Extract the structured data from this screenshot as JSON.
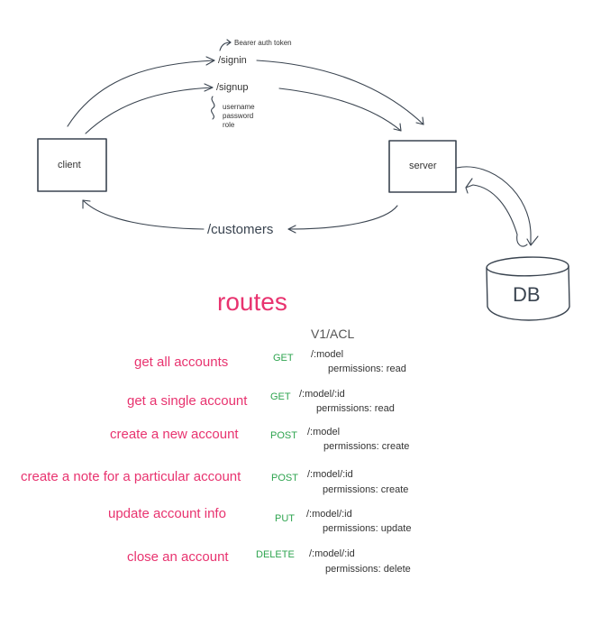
{
  "diagram": {
    "client_label": "client",
    "server_label": "server",
    "db_label": "DB",
    "signin_path": "/signin",
    "signup_path": "/signup",
    "bearer_note": "Bearer auth token",
    "signup_fields": [
      "username",
      "password",
      "role"
    ],
    "customers_path": "/customers"
  },
  "routes": {
    "title": "routes",
    "subtitle": "V1/ACL",
    "items": [
      {
        "description": "get all accounts",
        "method": "GET",
        "path": "/:model",
        "permission": "permissions: read"
      },
      {
        "description": "get a single account",
        "method": "GET",
        "path": "/:model/:id",
        "permission": "permissions: read"
      },
      {
        "description": "create a new account",
        "method": "POST",
        "path": "/:model",
        "permission": "permissions: create"
      },
      {
        "description": "create a note for a particular account",
        "method": "POST",
        "path": "/:model/:id",
        "permission": "permissions: create"
      },
      {
        "description": "update account info",
        "method": "PUT",
        "path": "/:model/:id",
        "permission": "permissions: update"
      },
      {
        "description": "close an account",
        "method": "DELETE",
        "path": "/:model/:id",
        "permission": "permissions: delete"
      }
    ]
  },
  "colors": {
    "accent": "#e8336f",
    "method": "#2ea44f",
    "stroke": "#3a4450"
  }
}
